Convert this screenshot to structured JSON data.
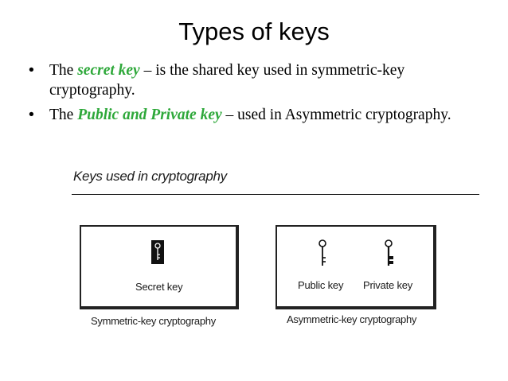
{
  "slide": {
    "title": "Types of keys"
  },
  "colors": {
    "highlight": "#2ea83a",
    "text": "#000000"
  },
  "bullets": [
    {
      "prefix": "The ",
      "term": "secret key",
      "suffix": " – is the shared key used in symmetric-key cryptography."
    },
    {
      "prefix": "The ",
      "term": "Public and Private key",
      "suffix": " – used in Asymmetric cryptography."
    }
  ],
  "figure": {
    "title": "Keys used in cryptography",
    "symmetric": {
      "key_label": "Secret key",
      "caption": "Symmetric-key cryptography",
      "key_icon": "secret-key-icon"
    },
    "asymmetric": {
      "public_label": "Public key",
      "private_label": "Private key",
      "caption": "Asymmetric-key cryptography",
      "public_icon": "public-key-icon",
      "private_icon": "private-key-icon"
    }
  }
}
